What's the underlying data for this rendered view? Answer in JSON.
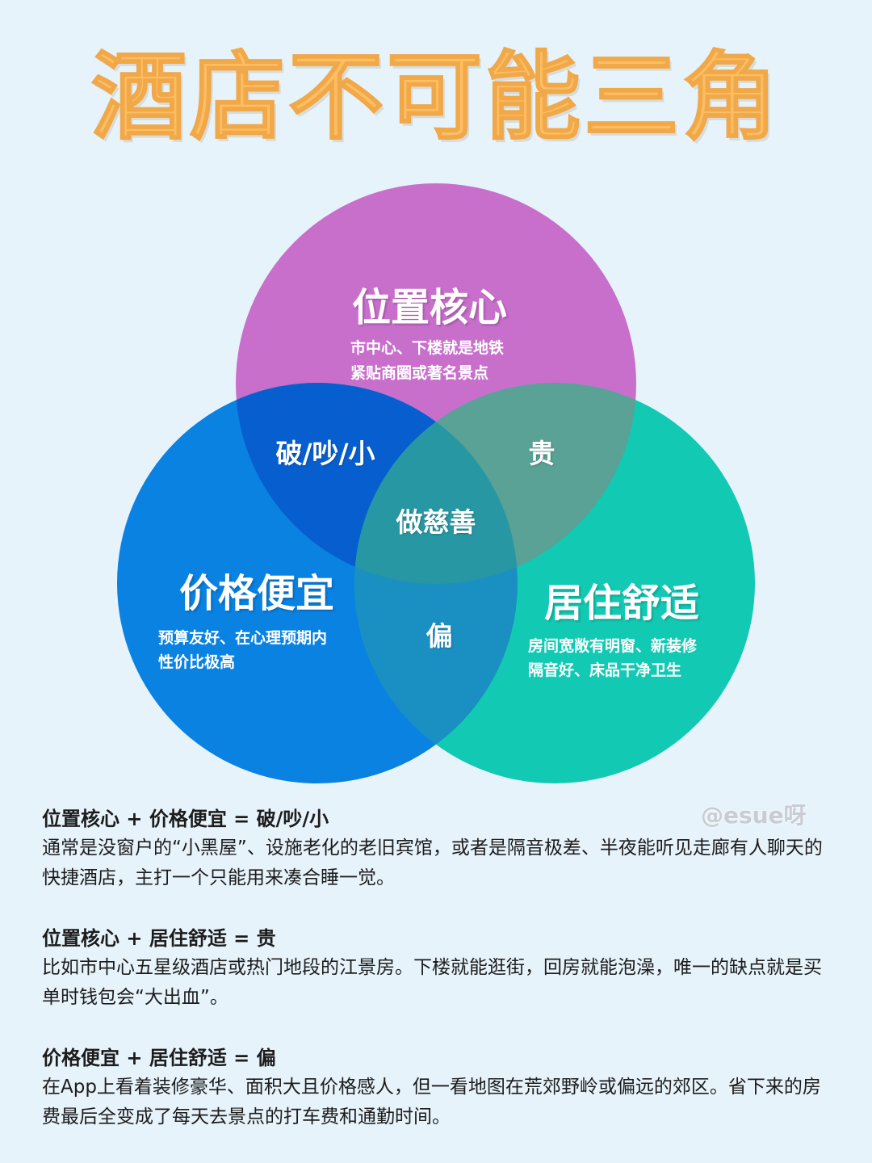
{
  "title": "酒店不可能三角",
  "colors": {
    "title": "#fdbe63",
    "background": "#e7f3fb",
    "location_circle": "#c86fcc",
    "price_circle": "#0a82e2",
    "comfort_circle": "#12c9b3"
  },
  "venn": {
    "location": {
      "title": "位置核心",
      "desc_line1": "市中心、下楼就是地铁",
      "desc_line2": "紧贴商圈或著名景点"
    },
    "price": {
      "title": "价格便宜",
      "desc_line1": "预算友好、在心理预期内",
      "desc_line2": "性价比极高"
    },
    "comfort": {
      "title": "居住舒适",
      "desc_line1": "房间宽敞有明窗、新装修",
      "desc_line2": "隔音好、床品干净卫生"
    },
    "location_price": "破/吵/小",
    "location_comfort": "贵",
    "price_comfort": "偏",
    "all_three": "做慈善"
  },
  "watermark": "@esue呀",
  "notes": [
    {
      "heading": "位置核心 + 价格便宜 = 破/吵/小",
      "body": "通常是没窗户的“小黑屋”、设施老化的老旧宾馆，或者是隔音极差、半夜能听见走廊有人聊天的快捷酒店，主打一个只能用来凑合睡一觉。"
    },
    {
      "heading": "位置核心 + 居住舒适 = 贵",
      "body": "比如市中心五星级酒店或热门地段的江景房。下楼就能逛街，回房就能泡澡，唯一的缺点就是买单时钱包会“大出血”。"
    },
    {
      "heading": "价格便宜 + 居住舒适 = 偏",
      "body": "在App上看着装修豪华、面积大且价格感人，但一看地图在荒郊野岭或偏远的郊区。省下来的房费最后全变成了每天去景点的打车费和通勤时间。"
    }
  ]
}
